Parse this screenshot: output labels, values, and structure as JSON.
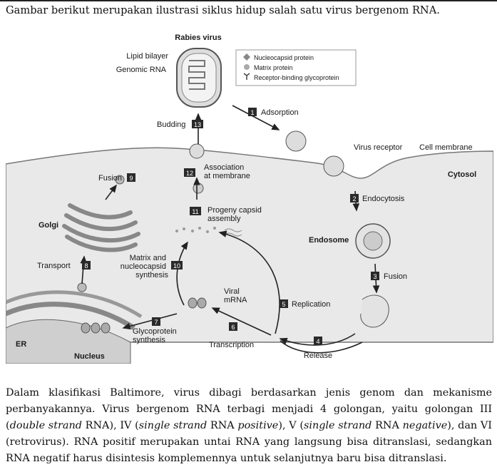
{
  "intro": "Gambar berikut merupakan ilustrasi siklus hidup salah satu virus bergenom RNA.",
  "figure": {
    "title": "Rabies virus",
    "labels": {
      "lipid_bilayer": "Lipid bilayer",
      "genomic_rna": "Genomic RNA",
      "virus_receptor": "Virus receptor",
      "cell_membrane": "Cell membrane",
      "cytosol": "Cytosol",
      "endosome": "Endosome",
      "golgi": "Golgi",
      "er": "ER",
      "nucleus": "Nucleus",
      "viral_mrna": "Viral mRNA"
    },
    "legend": [
      {
        "symbol": "diamond",
        "text": "Nucleocapsid protein"
      },
      {
        "symbol": "circle",
        "text": "Matrix protein"
      },
      {
        "symbol": "spike",
        "text": "Receptor-binding glycoprotein"
      }
    ],
    "steps": [
      {
        "num": "1",
        "label": "Adsorption"
      },
      {
        "num": "2",
        "label": "Endocytosis"
      },
      {
        "num": "3",
        "label": "Fusion"
      },
      {
        "num": "4",
        "label": "Release"
      },
      {
        "num": "5",
        "label": "Replication"
      },
      {
        "num": "6",
        "label": "Transcription"
      },
      {
        "num": "7",
        "label": "Glycoprotein synthesis"
      },
      {
        "num": "8",
        "label": "Transport"
      },
      {
        "num": "9",
        "label": "Fusion"
      },
      {
        "num": "10",
        "label": "Matrix and nucleocapsid synthesis"
      },
      {
        "num": "11",
        "label": "Progeny capsid assembly"
      },
      {
        "num": "12",
        "label": "Association at membrane"
      },
      {
        "num": "13",
        "label": "Budding"
      }
    ]
  },
  "paragraph": {
    "t1": "Dalam klasifikasi Baltimore, virus dibagi berdasarkan jenis genom dan mekanisme perbanyakannya. Virus bergenom RNA terbagi menjadi 4 golongan, yaitu golongan III (",
    "i1": "double strand",
    "t2": " RNA), IV (",
    "i2": "single strand",
    "t3": " RNA ",
    "i3": "positive",
    "t4": "), V (",
    "i4": "single strand",
    "t5": " RNA ",
    "i5": "negative",
    "t6": "), dan VI (retrovirus). RNA positif merupakan untai RNA yang langsung bisa ditranslasi, sedangkan RNA negatif harus disintesis komplemennya untuk selanjutnya baru bisa ditranslasi."
  }
}
